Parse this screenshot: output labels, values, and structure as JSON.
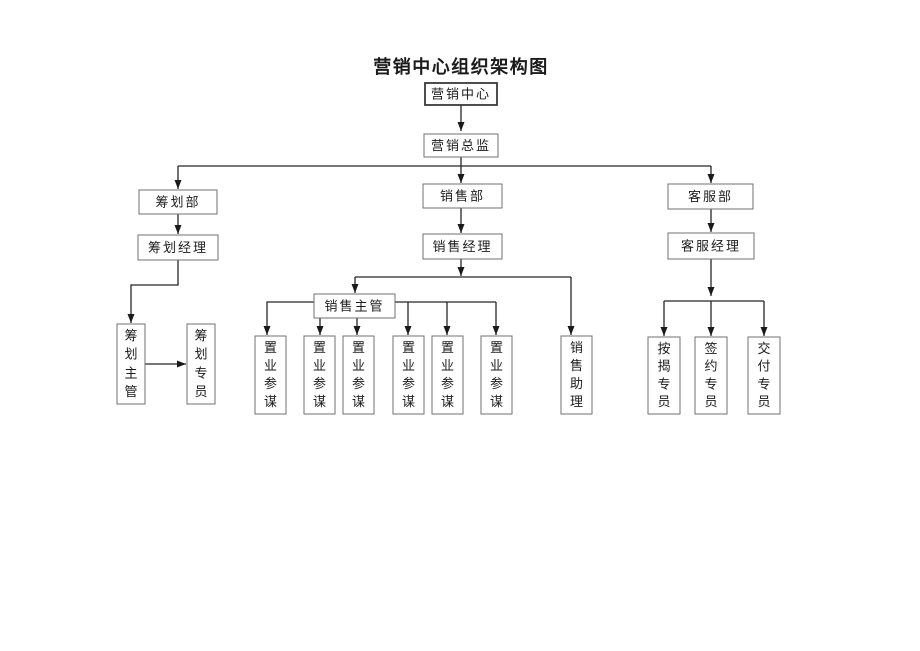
{
  "title": "营销中心组织架构图",
  "colors": {
    "background": "#ffffff",
    "box_border": "#707070",
    "root_box_border": "#3a3a3a",
    "line": "#262626",
    "text": "#1c1c1c"
  },
  "org_chart": {
    "nodes": [
      {
        "id": "marketing-center",
        "label": "营销中心",
        "reports_to": null
      },
      {
        "id": "marketing-director",
        "label": "营销总监",
        "reports_to": "marketing-center"
      },
      {
        "id": "planning-dept",
        "label": "筹划部",
        "reports_to": "marketing-director"
      },
      {
        "id": "sales-dept",
        "label": "销售部",
        "reports_to": "marketing-director"
      },
      {
        "id": "service-dept",
        "label": "客服部",
        "reports_to": "marketing-director"
      },
      {
        "id": "planning-manager",
        "label": "筹划经理",
        "reports_to": "planning-dept"
      },
      {
        "id": "sales-manager",
        "label": "销售经理",
        "reports_to": "sales-dept"
      },
      {
        "id": "service-manager",
        "label": "客服经理",
        "reports_to": "service-dept"
      },
      {
        "id": "planning-supervisor",
        "label": "筹划主管",
        "reports_to": "planning-manager"
      },
      {
        "id": "planning-specialist",
        "label": "筹划专员",
        "reports_to": "planning-supervisor"
      },
      {
        "id": "sales-supervisor",
        "label": "销售主管",
        "reports_to": "sales-manager"
      },
      {
        "id": "property-consultant-1",
        "label": "置业参谋",
        "reports_to": "sales-supervisor"
      },
      {
        "id": "property-consultant-2",
        "label": "置业参谋",
        "reports_to": "sales-supervisor"
      },
      {
        "id": "property-consultant-3",
        "label": "置业参谋",
        "reports_to": "sales-supervisor"
      },
      {
        "id": "property-consultant-4",
        "label": "置业参谋",
        "reports_to": "sales-supervisor"
      },
      {
        "id": "property-consultant-5",
        "label": "置业参谋",
        "reports_to": "sales-supervisor"
      },
      {
        "id": "property-consultant-6",
        "label": "置业参谋",
        "reports_to": "sales-supervisor"
      },
      {
        "id": "sales-assistant",
        "label": "销售助理",
        "reports_to": "sales-manager"
      },
      {
        "id": "mortgage-specialist",
        "label": "按揭专员",
        "reports_to": "service-manager"
      },
      {
        "id": "contract-specialist",
        "label": "签约专员",
        "reports_to": "service-manager"
      },
      {
        "id": "delivery-specialist",
        "label": "交付专员",
        "reports_to": "service-manager"
      }
    ]
  }
}
